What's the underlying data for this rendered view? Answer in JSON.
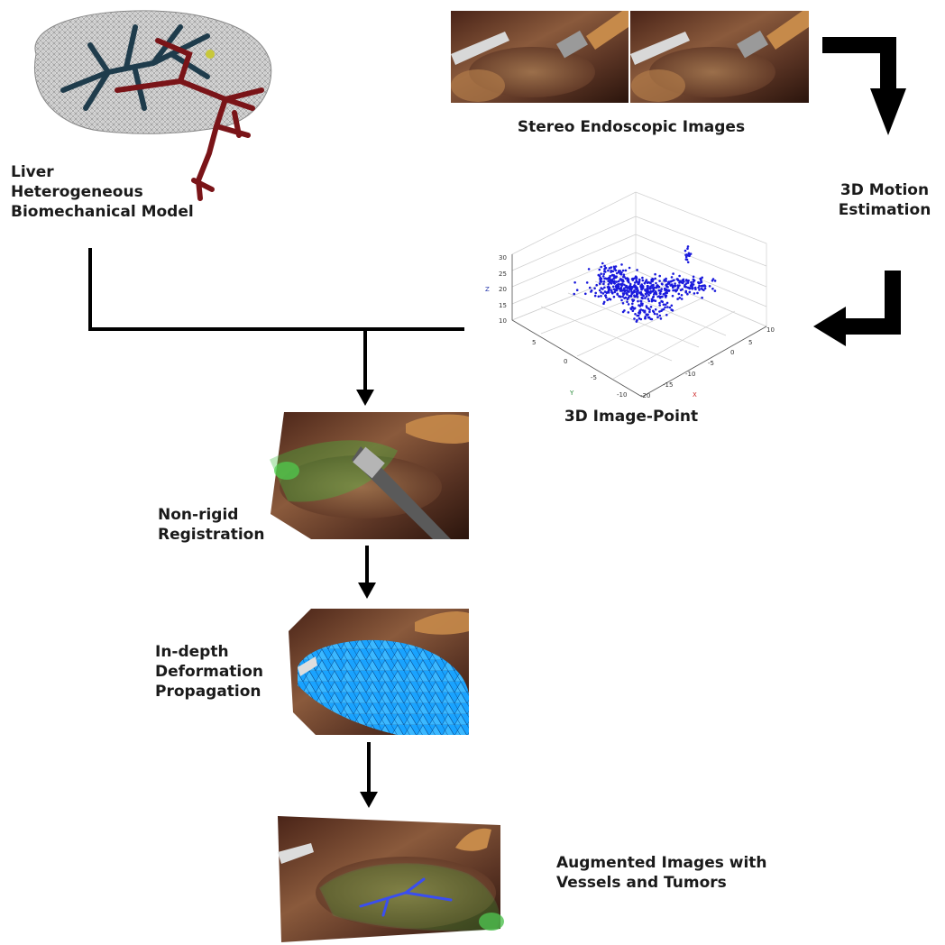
{
  "labels": {
    "liver_model": "Liver\nHeterogeneous\nBiomechanical Model",
    "stereo": "Stereo Endoscopic Images",
    "motion": "3D Motion\nEstimation",
    "image_point": "3D Image-Point",
    "nonrigid": "Non-rigid\nRegistration",
    "indepth": "In-depth\nDeformation\nPropagation",
    "augmented": "Augmented Images with\nVessels and Tumors"
  },
  "plot": {
    "z_axis_label": "Z",
    "y_axis_label": "Y",
    "x_axis_label": "X",
    "z_ticks": [
      "30",
      "25",
      "20",
      "15",
      "10"
    ],
    "y_ticks": [
      "5",
      "0",
      "-5",
      "-10"
    ],
    "x_ticks": [
      "10",
      "5",
      "0",
      "-5",
      "-10",
      "-15",
      "-20"
    ]
  },
  "colors": {
    "scatter_points": "#1a1adc",
    "vessels_dark": "#1f3c4c",
    "vessels_red": "#7a1418",
    "mesh_blue": "#2aa0f0",
    "registration_green": "#3fbf3f",
    "tissue": "#6b3a2a"
  }
}
